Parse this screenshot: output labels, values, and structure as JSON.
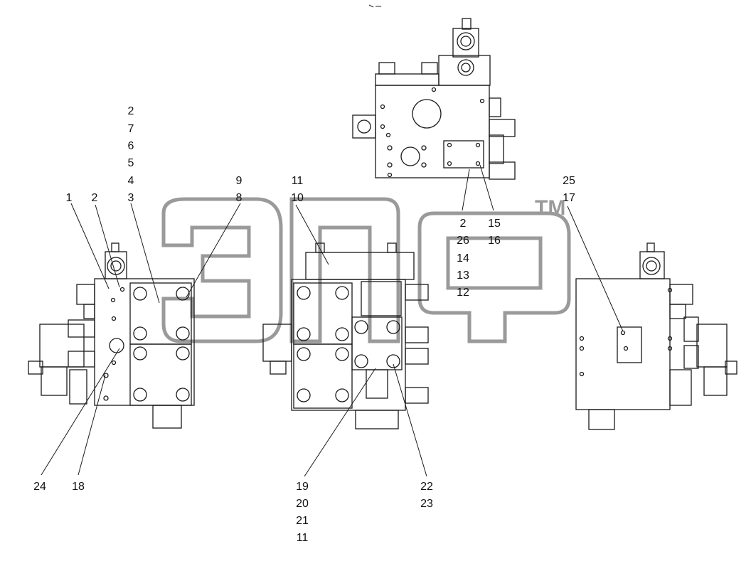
{
  "watermark": {
    "mark": "TM"
  },
  "labels": {
    "l2a": "2",
    "l7": "7",
    "l6": "6",
    "l5": "5",
    "l4": "4",
    "l3": "3",
    "l1": "1",
    "l2b": "2",
    "l9": "9",
    "l8": "8",
    "l11a": "11",
    "l10": "10",
    "l2c": "2",
    "l26": "26",
    "l14": "14",
    "l13": "13",
    "l12": "12",
    "l15": "15",
    "l16": "16",
    "l25": "25",
    "l17": "17",
    "l24": "24",
    "l18": "18",
    "l19": "19",
    "l20": "20",
    "l21": "21",
    "l11b": "11",
    "l22": "22",
    "l23": "23"
  },
  "colors": {
    "line": "#1a1a1a",
    "watermark": "#9a9a9a",
    "background": "#ffffff"
  }
}
